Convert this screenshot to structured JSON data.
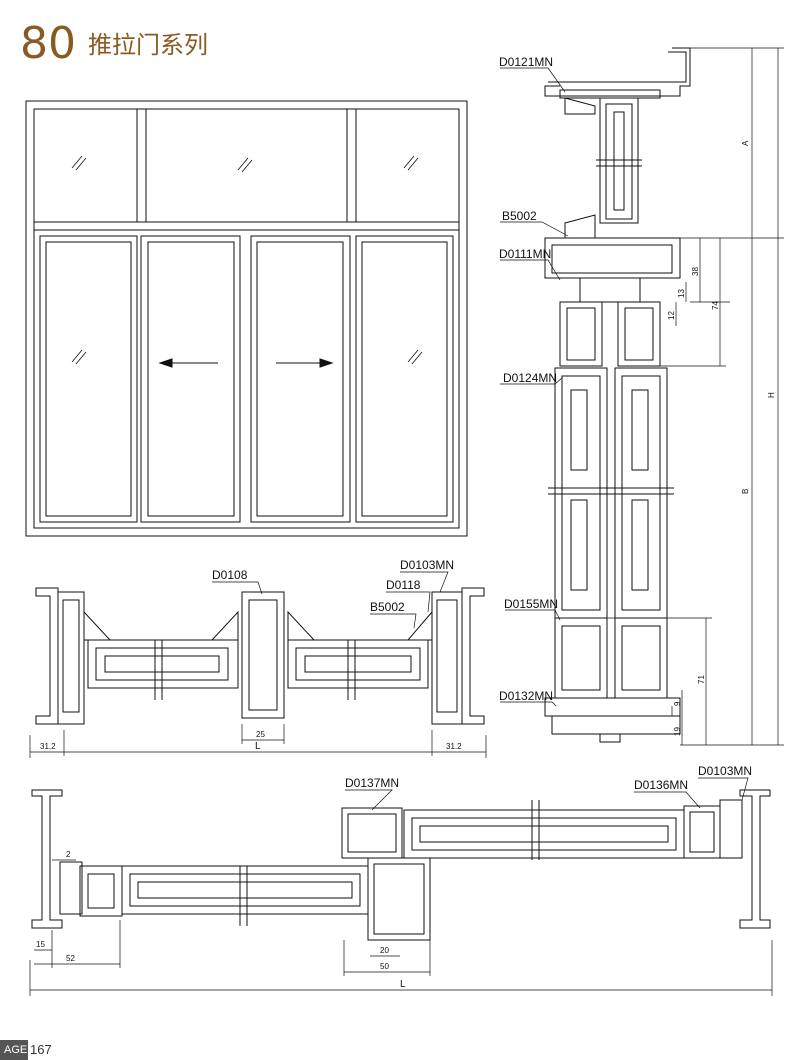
{
  "header": {
    "series_number": "80",
    "series_name": "推拉门系列"
  },
  "footer": {
    "page_label": "AGE",
    "page_number": "167"
  },
  "labels": {
    "d0121mn": "D0121MN",
    "b5002_right": "B5002",
    "d0111mn": "D0111MN",
    "d0124mn": "D0124MN",
    "d0155mn": "D0155MN",
    "d0132mn": "D0132MN",
    "d0108": "D0108",
    "d0103mn_mid": "D0103MN",
    "d0118": "D0118",
    "b5002_mid": "B5002",
    "d0137mn": "D0137MN",
    "d0136mn": "D0136MN",
    "d0103mn_bottom": "D0103MN"
  },
  "dimensions": {
    "a": "A",
    "b": "B",
    "h": "H",
    "d38": "38",
    "d13": "13",
    "d12": "12",
    "d74": "74",
    "d71": "71",
    "d9": "9",
    "d19": "19",
    "d31_left": "31.2",
    "d31_right": "31.2",
    "d25": "25",
    "l_mid": "L",
    "d2": "2",
    "d15": "15",
    "d52": "52",
    "d20": "20",
    "d50": "50",
    "l_bottom": "L"
  },
  "colors": {
    "title": "#8a5a23",
    "line": "#111111"
  }
}
